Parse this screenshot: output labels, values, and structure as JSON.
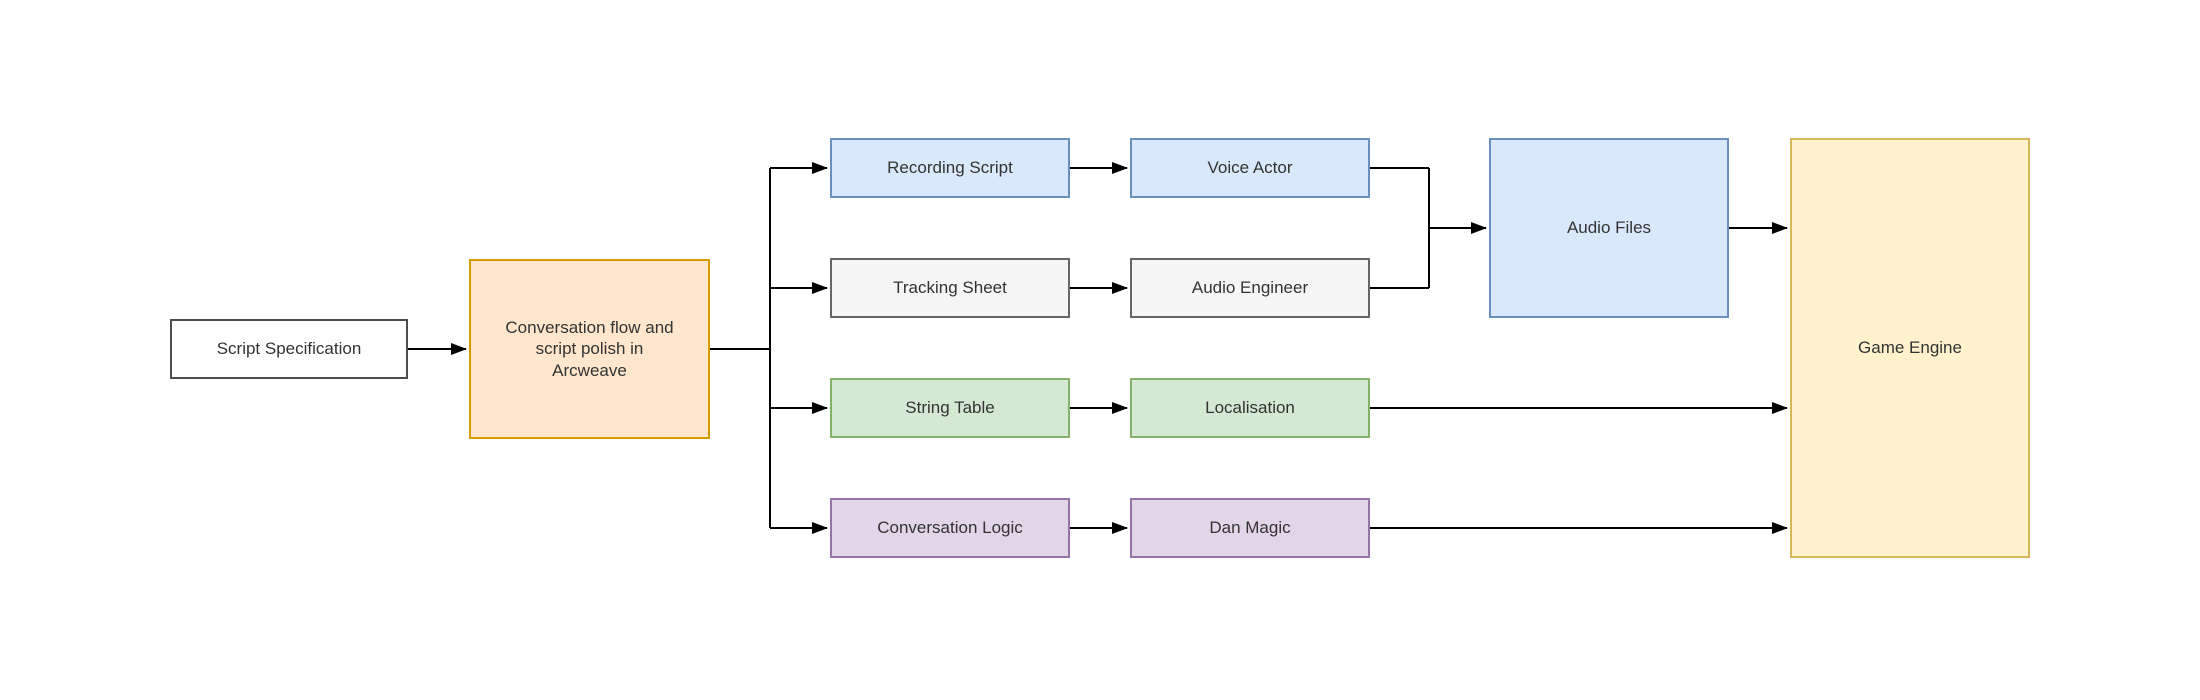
{
  "palette": {
    "background": "#ffffff",
    "label_color": "#333333",
    "connector_color": "#000000"
  },
  "connector": {
    "color": "#000000"
  },
  "nodes": {
    "script_specification": {
      "label": "Script Specification",
      "fill": "#ffffff",
      "stroke": "#4d4d4d"
    },
    "arcweave_polish": {
      "label": "Conversation flow and script polish in Arcweave",
      "fill": "#ffe6cc",
      "stroke": "#d79b00"
    },
    "recording_script": {
      "label": "Recording Script",
      "fill": "#dae8fc",
      "stroke": "#6c8ebf"
    },
    "voice_actor": {
      "label": "Voice Actor",
      "fill": "#dae8fc",
      "stroke": "#6c8ebf"
    },
    "tracking_sheet": {
      "label": "Tracking Sheet",
      "fill": "#f5f5f5",
      "stroke": "#666666"
    },
    "audio_engineer": {
      "label": "Audio Engineer",
      "fill": "#f5f5f5",
      "stroke": "#666666"
    },
    "string_table": {
      "label": "String Table",
      "fill": "#d5e8d4",
      "stroke": "#82b366"
    },
    "localisation": {
      "label": "Localisation",
      "fill": "#d5e8d4",
      "stroke": "#82b366"
    },
    "conversation_logic": {
      "label": "Conversation Logic",
      "fill": "#e1d5e7",
      "stroke": "#9673a6"
    },
    "dan_magic": {
      "label": "Dan Magic",
      "fill": "#e1d5e7",
      "stroke": "#9673a6"
    },
    "audio_files": {
      "label": "Audio Files",
      "fill": "#dae8fc",
      "stroke": "#6c8ebf"
    },
    "game_engine": {
      "label": "Game Engine",
      "fill": "#fff2cc",
      "stroke": "#d6b656"
    }
  },
  "edges": [
    {
      "from": "script_specification",
      "to": "arcweave_polish"
    },
    {
      "from": "arcweave_polish",
      "to": "recording_script"
    },
    {
      "from": "arcweave_polish",
      "to": "tracking_sheet"
    },
    {
      "from": "arcweave_polish",
      "to": "string_table"
    },
    {
      "from": "arcweave_polish",
      "to": "conversation_logic"
    },
    {
      "from": "recording_script",
      "to": "voice_actor"
    },
    {
      "from": "tracking_sheet",
      "to": "audio_engineer"
    },
    {
      "from": "voice_actor",
      "to": "audio_files"
    },
    {
      "from": "audio_engineer",
      "to": "audio_files"
    },
    {
      "from": "string_table",
      "to": "localisation"
    },
    {
      "from": "conversation_logic",
      "to": "dan_magic"
    },
    {
      "from": "audio_files",
      "to": "game_engine"
    },
    {
      "from": "localisation",
      "to": "game_engine"
    },
    {
      "from": "dan_magic",
      "to": "game_engine"
    }
  ]
}
